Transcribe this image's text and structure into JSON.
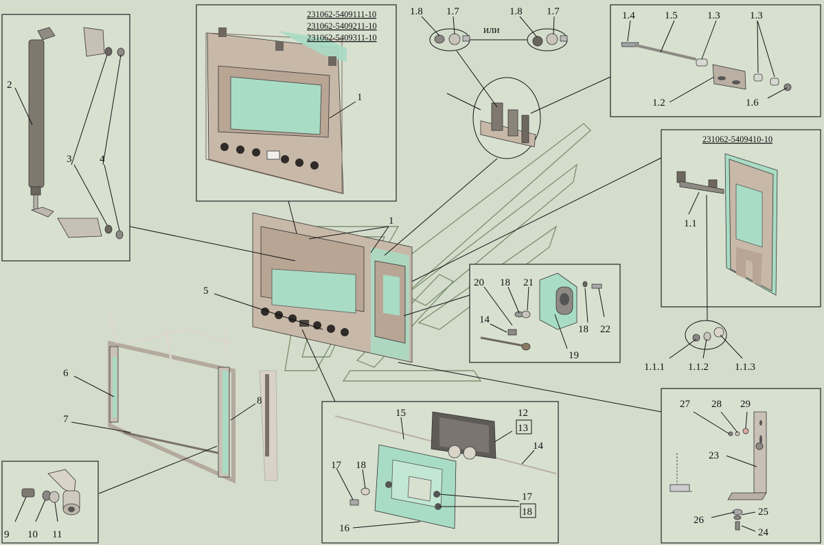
{
  "codes": {
    "window_1": "231062-5409111-10",
    "window_2": "231062-5409211-10",
    "window_3": "231062-5409311-10",
    "hinge_variant": "231062-5409410-10"
  },
  "ili": "или",
  "labels": {
    "l1a": "1",
    "l1b": "1",
    "l18a": "1.8",
    "l17a": "1.7",
    "l18b": "1.8",
    "l17b": "1.7",
    "l14": "1.4",
    "l15": "1.5",
    "l13a": "1.3",
    "l13b": "1.3",
    "l12": "1.2",
    "l16": "1.6",
    "l11": "1.1",
    "l111": "1.1.1",
    "l112": "1.1.2",
    "l113": "1.1.3",
    "n2": "2",
    "n3": "3",
    "n4": "4",
    "n5": "5",
    "n6": "6",
    "n7": "7",
    "n8": "8",
    "n9": "9",
    "n10": "10",
    "n11": "11",
    "n12": "12",
    "n13": "13",
    "n14a": "14",
    "n14b": "14",
    "n15": "15",
    "n16": "16",
    "n17a": "17",
    "n17b": "17",
    "n18a": "18",
    "n18b": "18",
    "n18c": "18",
    "n18d": "18",
    "n19": "19",
    "n20": "20",
    "n21": "21",
    "n22": "22",
    "n23": "23",
    "n24": "24",
    "n25": "25",
    "n26": "26",
    "n27": "27",
    "n28": "28",
    "n29": "29"
  },
  "colors": {
    "background": "#d4ddcc",
    "frame": "#c7b8a8",
    "glass": "#a9dcc4",
    "metal": "#9a9a96",
    "dark_metal": "#5e5a56"
  }
}
